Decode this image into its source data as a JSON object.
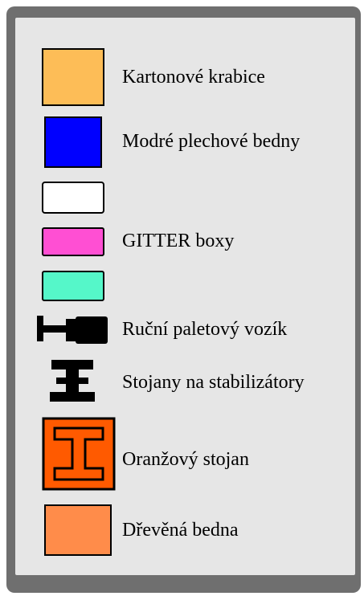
{
  "legend": {
    "items": [
      {
        "key": "kartonove",
        "label": "Kartonové krabice",
        "color": "#FDBD57",
        "icon": "swatch-square"
      },
      {
        "key": "modre",
        "label": "Modré plechové bedny",
        "color": "#0000FF",
        "icon": "swatch-square"
      },
      {
        "key": "bila",
        "label": "",
        "color": "#FFFFFF",
        "icon": "swatch-rounded"
      },
      {
        "key": "gitter",
        "label": "GITTER boxy",
        "color": "#FF4FD3",
        "icon": "swatch-rounded"
      },
      {
        "key": "tyrkys",
        "label": "",
        "color": "#55F7C9",
        "icon": "swatch-rounded"
      },
      {
        "key": "paletovy",
        "label": "Ruční paletový vozík",
        "color": "#000000",
        "icon": "pallet-truck-icon"
      },
      {
        "key": "stabilizatory",
        "label": "Stojany na stabilizátory",
        "color": "#000000",
        "icon": "stand-icon"
      },
      {
        "key": "oranzovy",
        "label": "Oranžový stojan",
        "color": "#FF5A00",
        "icon": "i-beam-stand-icon"
      },
      {
        "key": "drevena",
        "label": "Dřevěná bedna",
        "color": "#FF8C4A",
        "icon": "swatch-square"
      }
    ]
  },
  "colors": {
    "frame": "#6F6F6F",
    "panel": "#E6E6E6",
    "outline": "#000000"
  }
}
